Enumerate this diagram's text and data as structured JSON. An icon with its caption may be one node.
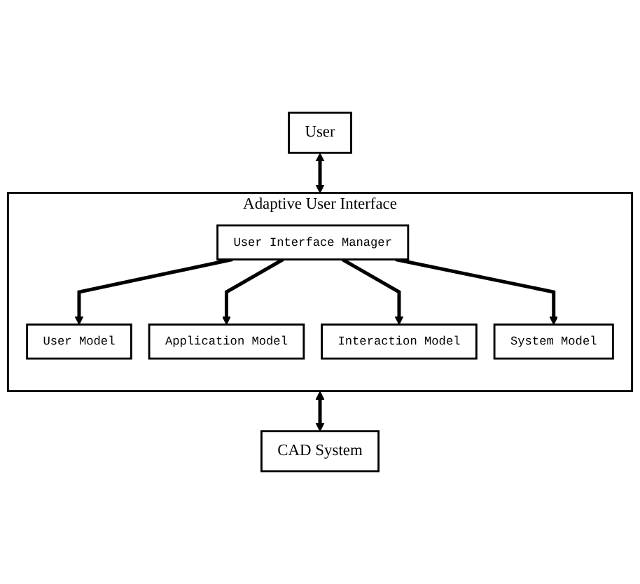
{
  "diagram": {
    "nodes": [
      {
        "text": [
          "User"
        ]
      },
      {
        "text": [
          "Adaptive User Interface"
        ]
      },
      {
        "text": [
          "User Interface Manager"
        ],
        "in": 1
      },
      {
        "text": [
          "User Model"
        ],
        "in": 1
      },
      {
        "text": [
          "Application Model"
        ],
        "in": 1
      },
      {
        "text": [
          "Interaction Model"
        ],
        "in": 1
      },
      {
        "text": [
          "System Model"
        ],
        "in": 1
      },
      {
        "text": [
          "CAD System"
        ]
      }
    ],
    "edges": [
      {
        "from": 0,
        "to": 1,
        "arrow": "both"
      },
      {
        "from": 2,
        "to": 3,
        "arrow": "to"
      },
      {
        "from": 2,
        "to": 4,
        "arrow": "to"
      },
      {
        "from": 2,
        "to": 5,
        "arrow": "to"
      },
      {
        "from": 2,
        "to": 6,
        "arrow": "to"
      },
      {
        "from": 1,
        "to": 7,
        "arrow": "both"
      }
    ]
  }
}
